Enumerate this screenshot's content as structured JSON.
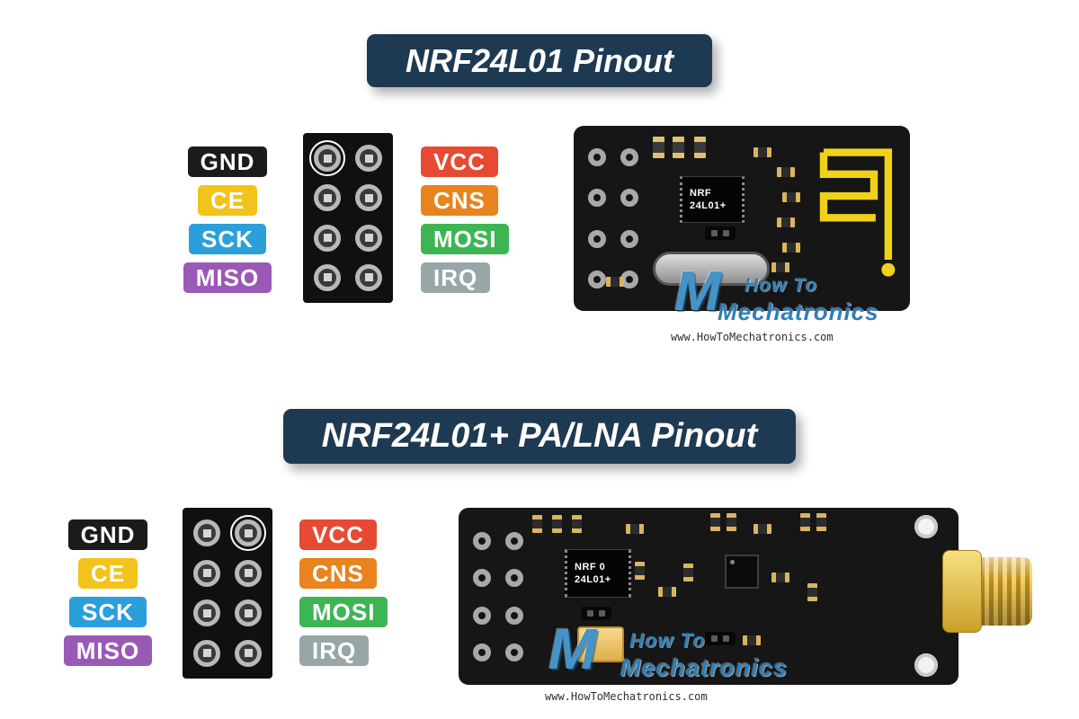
{
  "sections": [
    {
      "title": "NRF24L01 Pinout",
      "pins_left": [
        "GND",
        "CE",
        "SCK",
        "MISO"
      ],
      "pins_right": [
        "VCC",
        "CNS",
        "MOSI",
        "IRQ"
      ],
      "chip": {
        "line1": "NRF",
        "line2": "24L01+"
      },
      "watermark": {
        "logo": "M",
        "how_to": "How To",
        "brand": "Mechatronics",
        "url": "www.HowToMechatronics.com"
      }
    },
    {
      "title": "NRF24L01+ PA/LNA Pinout",
      "pins_left": [
        "GND",
        "CE",
        "SCK",
        "MISO"
      ],
      "pins_right": [
        "VCC",
        "CNS",
        "MOSI",
        "IRQ"
      ],
      "chip": {
        "line1": "NRF 0",
        "line2": "24L01+"
      },
      "watermark": {
        "logo": "M",
        "how_to": "How To",
        "brand": "Mechatronics",
        "url": "www.HowToMechatronics.com"
      }
    }
  ],
  "colors": {
    "title_background": "#1e3a52",
    "pin_gnd": "#1b1b1b",
    "pin_ce": "#f2c31b",
    "pin_sck": "#2b9fd9",
    "pin_miso": "#9b59b6",
    "pin_vcc": "#e64a33",
    "pin_cns": "#e8831d",
    "pin_mosi": "#3eb554",
    "pin_irq": "#98a6a7",
    "pcb_black": "#161616",
    "antenna_trace": "#f0d319",
    "watermark_blue": "#2e7fb8",
    "sma_gold": "#e2b13c"
  }
}
